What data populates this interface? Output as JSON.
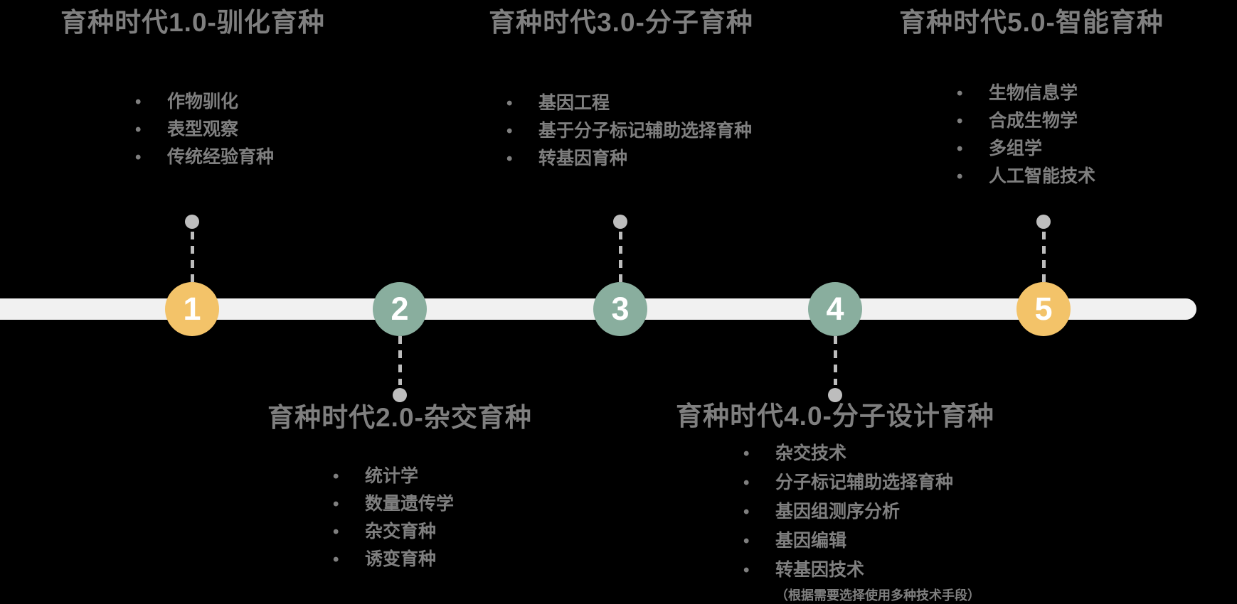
{
  "colors": {
    "bg": "#000000",
    "bar": "#F1F1F1",
    "yellow": "#F3C369",
    "teal": "#89AE9E",
    "textgray": "#7F7F7F",
    "conn": "#BDBDBD",
    "numwhite": "#FFFFFF"
  },
  "eras": [
    {
      "number": "1",
      "title": "育种时代1.0-驯化育种",
      "side": "top",
      "color": "yellow",
      "bullets": [
        "作物驯化",
        "表型观察",
        "传统经验育种"
      ]
    },
    {
      "number": "2",
      "title": "育种时代2.0-杂交育种",
      "side": "bottom",
      "color": "teal",
      "bullets": [
        "统计学",
        "数量遗传学",
        "杂交育种",
        "诱变育种"
      ]
    },
    {
      "number": "3",
      "title": "育种时代3.0-分子育种",
      "side": "top",
      "color": "teal",
      "bullets": [
        "基因工程",
        "基于分子标记辅助选择育种",
        "转基因育种"
      ]
    },
    {
      "number": "4",
      "title": "育种时代4.0-分子设计育种",
      "side": "bottom",
      "color": "teal",
      "bullets": [
        "杂交技术",
        "分子标记辅助选择育种",
        "基因组测序分析",
        "基因编辑",
        "转基因技术"
      ],
      "note": "（根据需要选择使用多种技术手段）"
    },
    {
      "number": "5",
      "title": "育种时代5.0-智能育种",
      "side": "top",
      "color": "yellow",
      "bullets": [
        "生物信息学",
        "合成生物学",
        "多组学",
        "人工智能技术"
      ]
    }
  ]
}
